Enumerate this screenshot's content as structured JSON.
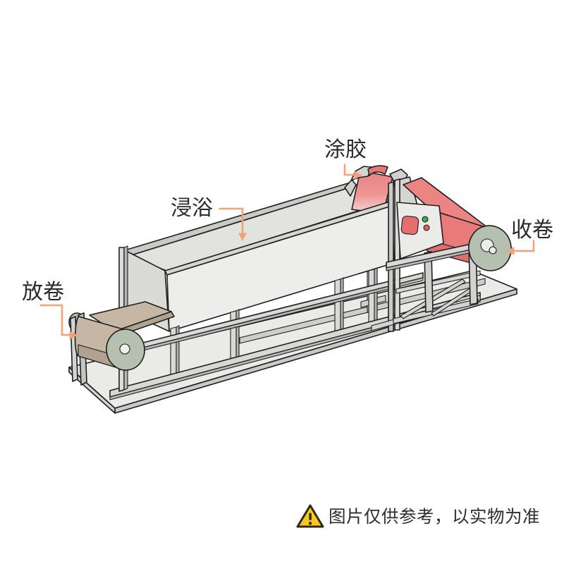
{
  "diagram": {
    "labels": {
      "coating": "涂胶",
      "dip_bath": "浸浴",
      "rewind": "收卷",
      "unwind": "放卷"
    },
    "disclaimer": {
      "icon": "warning-triangle-icon",
      "text": "图片仅供参考，以实物为准"
    }
  },
  "colors": {
    "accent_orange": "#F0A278",
    "fabric_red": "#EC8484",
    "roll_red": "#E87A7A",
    "tan": "#C6B7A5",
    "disc_sage": "#B5C0B1",
    "warning_yellow": "#F8C81E",
    "outline": "#1F1F1F"
  }
}
